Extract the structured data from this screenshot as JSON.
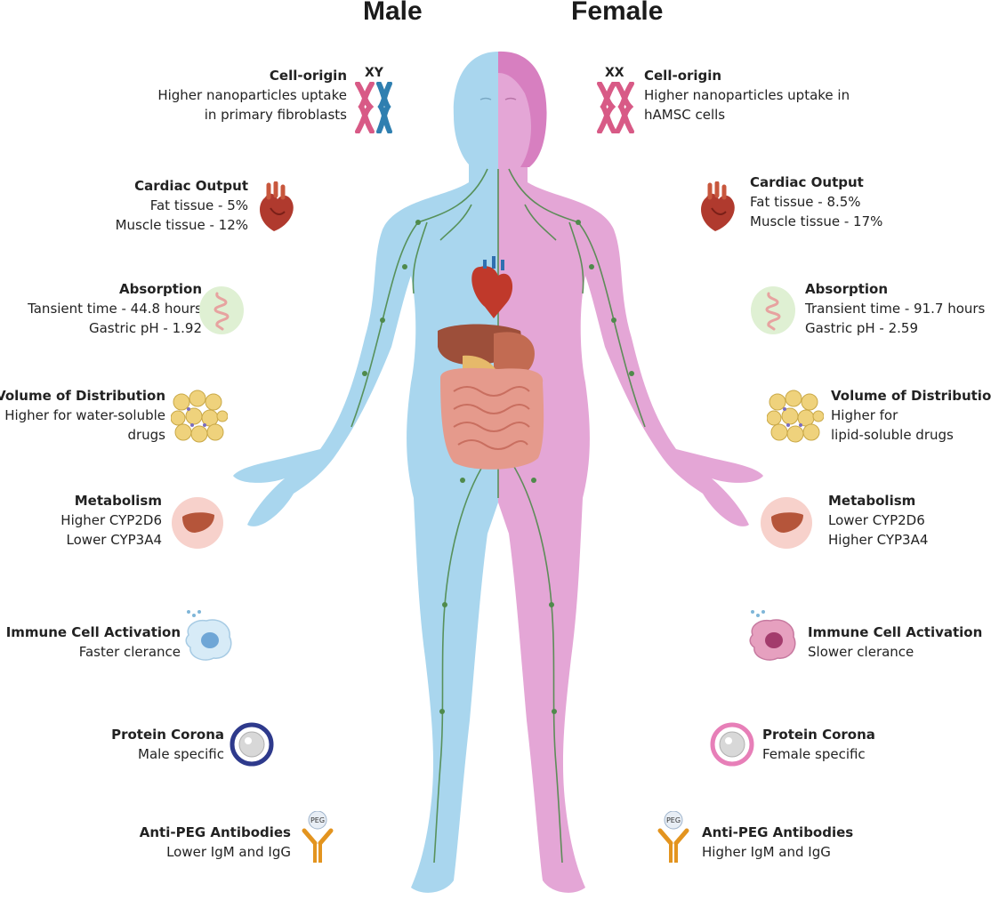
{
  "headings": {
    "male": "Male",
    "female": "Female"
  },
  "male": {
    "cell_origin": {
      "title": "Cell-origin",
      "chromosome": "XY",
      "lines": [
        "Higher nanoparticles uptake",
        "in primary fibroblasts"
      ]
    },
    "cardiac_output": {
      "title": "Cardiac Output",
      "lines": [
        "Fat tissue - 5%",
        "Muscle tissue - 12%"
      ]
    },
    "absorption": {
      "title": "Absorption",
      "lines": [
        "Tansient time - 44.8 hours",
        "Gastric pH - 1.92"
      ]
    },
    "volume_distribution": {
      "title": "Volume of Distribution",
      "lines": [
        "Higher for water-soluble",
        "drugs"
      ]
    },
    "metabolism": {
      "title": "Metabolism",
      "lines": [
        "Higher CYP2D6",
        "Lower CYP3A4"
      ]
    },
    "immune": {
      "title": "Immune Cell Activation",
      "lines": [
        "Faster clerance"
      ]
    },
    "protein_corona": {
      "title": "Protein Corona",
      "lines": [
        "Male specific"
      ]
    },
    "anti_peg": {
      "title": "Anti-PEG Antibodies",
      "lines": [
        "Lower IgM and IgG"
      ],
      "tag": "PEG"
    }
  },
  "female": {
    "cell_origin": {
      "title": "Cell-origin",
      "chromosome": "XX",
      "lines": [
        "Higher nanoparticles uptake in",
        "hAMSC cells"
      ]
    },
    "cardiac_output": {
      "title": "Cardiac Output",
      "lines": [
        "Fat tissue - 8.5%",
        "Muscle tissue - 17%"
      ]
    },
    "absorption": {
      "title": "Absorption",
      "lines": [
        "Transient time - 91.7 hours",
        "Gastric pH - 2.59"
      ]
    },
    "volume_distribution": {
      "title": "Volume of Distribution",
      "lines": [
        "Higher for",
        "lipid-soluble drugs"
      ]
    },
    "metabolism": {
      "title": "Metabolism",
      "lines": [
        "Lower CYP2D6",
        "Higher CYP3A4"
      ]
    },
    "immune": {
      "title": "Immune Cell Activation",
      "lines": [
        "Slower clerance"
      ]
    },
    "protein_corona": {
      "title": "Protein Corona",
      "lines": [
        "Female specific"
      ]
    },
    "anti_peg": {
      "title": "Anti-PEG Antibodies",
      "lines": [
        "Higher IgM and IgG"
      ],
      "tag": "PEG"
    }
  },
  "colors": {
    "male_body": "#a9d6ee",
    "female_body": "#e4a6d6",
    "lymph": "#4f8a4b",
    "chromosome_pink": "#d85a86",
    "chromosome_blue": "#2f7fb0",
    "heart": "#b03a2e",
    "liver": "#b5553a",
    "corona_male": "#2e3a8c",
    "corona_female": "#e77fb8",
    "antibody": "#e3941f"
  }
}
